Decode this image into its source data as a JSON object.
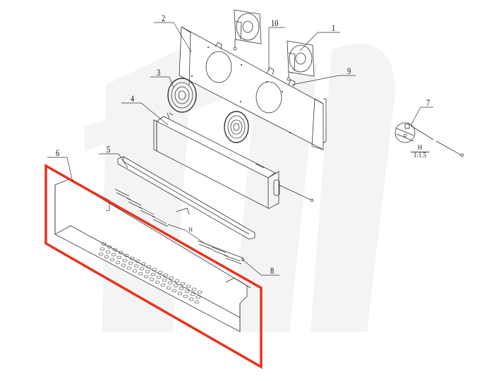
{
  "diagram": {
    "type": "exploded-assembly-drawing",
    "watermark": {
      "visible": true,
      "color": "#f3f3f3"
    },
    "highlight": {
      "target_part": "6",
      "color": "#e8321e",
      "shape": "parallelogram"
    },
    "parts": [
      {
        "id": "1",
        "label": "1",
        "description": "axial fan (right)"
      },
      {
        "id": "2",
        "label": "2",
        "description": "fan mounting panel"
      },
      {
        "id": "3",
        "label": "3",
        "description": "fan guard grille"
      },
      {
        "id": "4",
        "label": "4",
        "description": "evaporator coil"
      },
      {
        "id": "5",
        "label": "5",
        "description": "drain tray"
      },
      {
        "id": "6",
        "label": "6",
        "description": "front cover with vent holes"
      },
      {
        "id": "7",
        "label": "7",
        "description": "temperature sensor probe"
      },
      {
        "id": "8",
        "label": "8",
        "description": "drain heater wire"
      },
      {
        "id": "9",
        "label": "9",
        "description": "fan bracket"
      },
      {
        "id": "10",
        "label": "10",
        "description": "fan bracket"
      }
    ],
    "detail_view": {
      "name": "H",
      "scale": "1:1.5"
    },
    "tray_marker": "H"
  }
}
